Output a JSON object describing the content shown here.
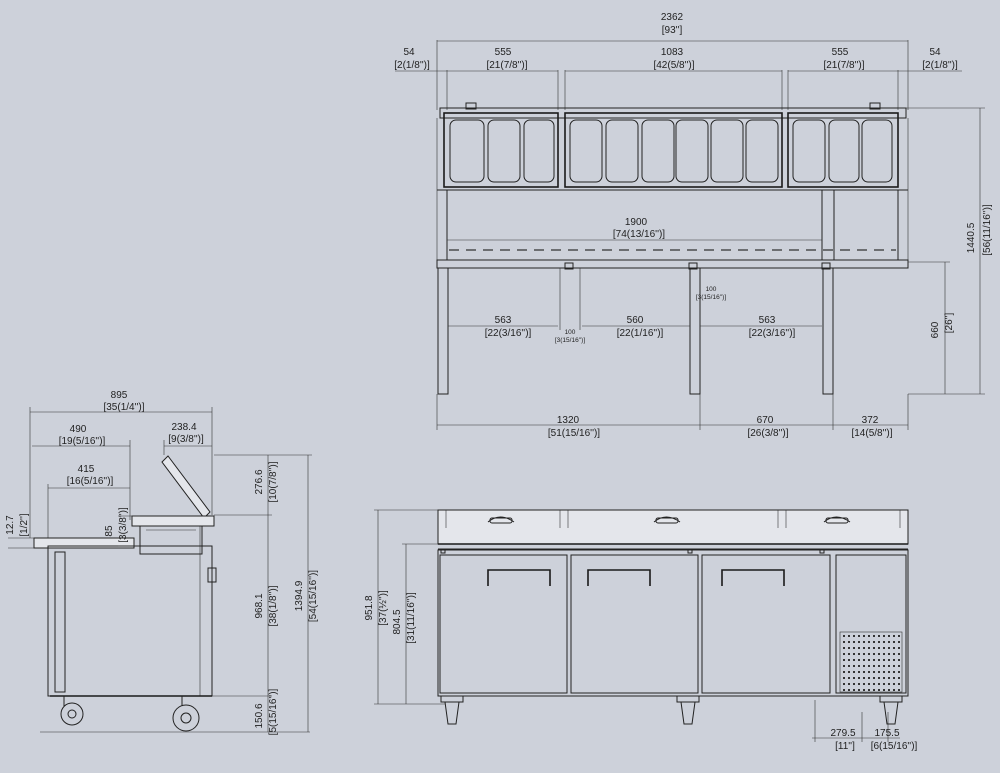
{
  "colors": {
    "background": "#cdd1da",
    "line": "#222222"
  },
  "plan_view": {
    "overall_width": {
      "mm": "2362",
      "in": "[93'']"
    },
    "left_margin": {
      "mm": "54",
      "in": "[2(1/8'')]"
    },
    "right_margin": {
      "mm": "54",
      "in": "[2(1/8'')]"
    },
    "left_pan_group": {
      "mm": "555",
      "in": "[21(7/8'')]"
    },
    "center_pan_group": {
      "mm": "1083",
      "in": "[42(5/8'')]"
    },
    "right_pan_group": {
      "mm": "555",
      "in": "[21(7/8'')]"
    },
    "depth": {
      "mm": "1440.5",
      "in": "[56(11/16'')]"
    },
    "inner_span": {
      "mm": "1900",
      "in": "[74(13/16'')]"
    },
    "rear_depth": {
      "mm": "660",
      "in": "[26'']"
    },
    "bay_left": {
      "mm": "563",
      "in": "[22(3/16'')]"
    },
    "bay_center": {
      "mm": "560",
      "in": "[22(1/16'')]"
    },
    "bay_right": {
      "mm": "563",
      "in": "[22(3/16'')]"
    },
    "post_left": {
      "mm": "100",
      "in": "[3(15/16'')]"
    },
    "post_right": {
      "mm": "100",
      "in": "[3(15/16'')]"
    },
    "base_left": {
      "mm": "1320",
      "in": "[51(15/16'')]"
    },
    "base_mid": {
      "mm": "670",
      "in": "[26(3/8'')]"
    },
    "base_right": {
      "mm": "372",
      "in": "[14(5/8'')]"
    }
  },
  "side_view": {
    "overall_depth": {
      "mm": "895",
      "in": "[35(1/4'')]"
    },
    "cutting_board": {
      "mm": "490",
      "in": "[19(5/16'')]"
    },
    "lid_offset": {
      "mm": "238.4",
      "in": "[9(3/8'')]"
    },
    "inner_depth": {
      "mm": "415",
      "in": "[16(5/16'')]"
    },
    "lid_height": {
      "mm": "276.6",
      "in": "[10(7/8'')]"
    },
    "board_thickness": {
      "mm": "12.7",
      "in": "[1/2'']"
    },
    "pan_depth": {
      "mm": "85",
      "in": "[3(3/8'')]"
    },
    "body_height": {
      "mm": "968.1",
      "in": "[38(1/8'')]"
    },
    "total_height": {
      "mm": "1394.9",
      "in": "[54(15/16'')]"
    },
    "caster_height": {
      "mm": "150.6",
      "in": "[5(15/16'')]"
    }
  },
  "front_view": {
    "worktop_height": {
      "mm": "951.8",
      "in": "[37(½'')]"
    },
    "body_height": {
      "mm": "804.5",
      "in": "[31(11/16'')]"
    },
    "foot_offset": {
      "mm": "279.5",
      "in": "[11'']"
    },
    "foot_width": {
      "mm": "175.5",
      "in": "[6(15/16'')]"
    }
  }
}
